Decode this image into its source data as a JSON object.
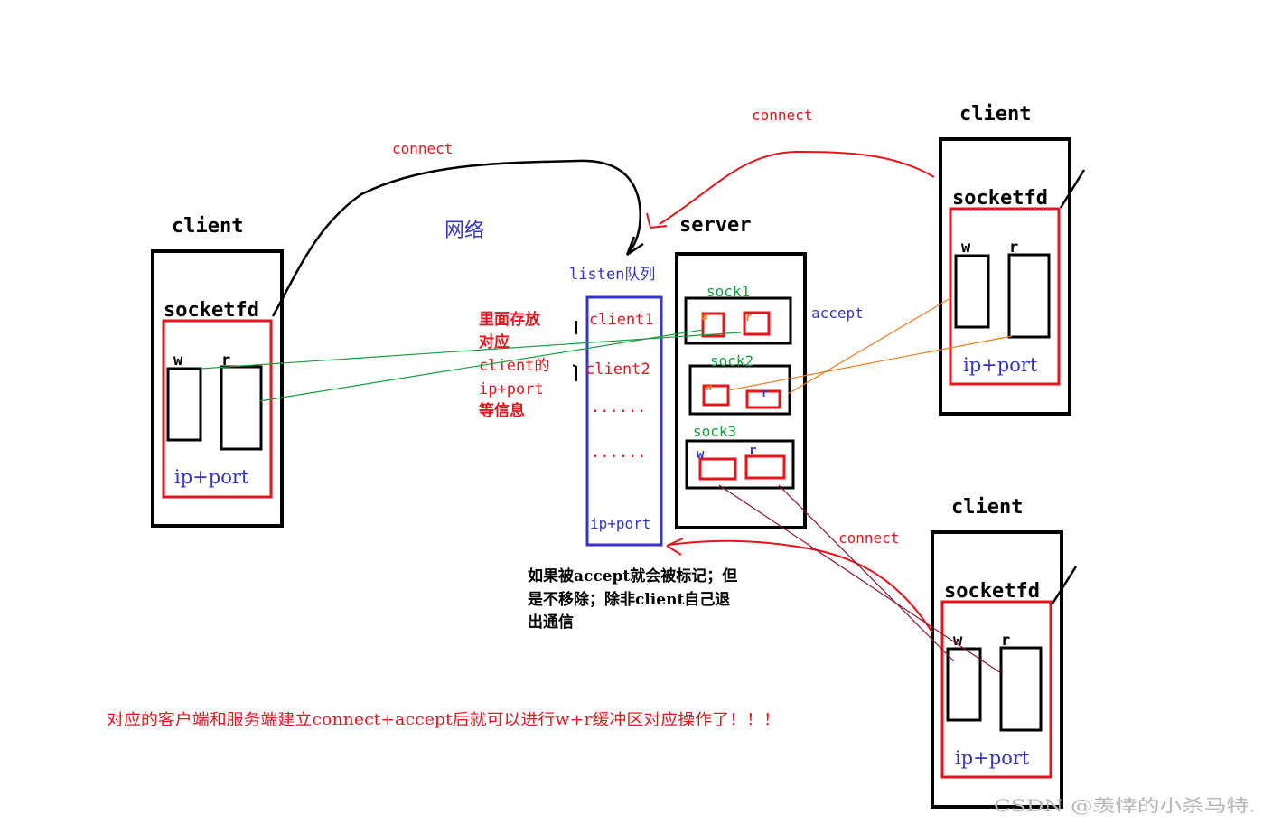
{
  "labels": {
    "client_left": "client",
    "socketfd_left": "socketfd",
    "w_left": "w",
    "r_left": "r",
    "ipport_left": "ip+port",
    "connect_left": "connect",
    "network": "网络",
    "server": "server",
    "listen_queue": "listen队列",
    "queue_client1": "client1",
    "queue_client2": "client2",
    "queue_dots1": "......",
    "queue_dots2": "......",
    "queue_ipport": "ip+port",
    "note_line1": "里面存放",
    "note_line2": "对应",
    "note_line3": "client的",
    "note_line4": "ip+port",
    "note_line5": "等信息",
    "sock1": "sock1",
    "sock2": "sock2",
    "sock3": "sock3",
    "sock1_w": "w",
    "sock1_r": "r",
    "sock2_w": "w",
    "sock2_r": "r",
    "sock3_w": "w",
    "sock3_r": "r",
    "accept": "accept",
    "connect_top": "connect",
    "client_top": "client",
    "socketfd_top": "socketfd",
    "w_top": "w",
    "r_top": "r",
    "ipport_top": "ip+port",
    "connect_bottom": "connect",
    "client_bottom": "client",
    "socketfd_bottom": "socketfd",
    "w_bottom": "w",
    "r_bottom": "r",
    "ipport_bottom": "ip+port",
    "accept_note_line1": "如果被accept就会被标记；但",
    "accept_note_line2": "是不移除；除非client自己退",
    "accept_note_line3": "出通信",
    "summary": "对应的客户端和服务端建立connect+accept后就可以进行w+r缓冲区对应操作了！！！",
    "watermark": "CSDN @羡悻的小杀马特."
  },
  "colors": {
    "black": "#000000",
    "red": "#e8141c",
    "blue": "#3535c8",
    "green": "#14a03c",
    "orange": "#f07a1c",
    "maroon": "#8c1430",
    "gray": "#b4b4b4"
  }
}
